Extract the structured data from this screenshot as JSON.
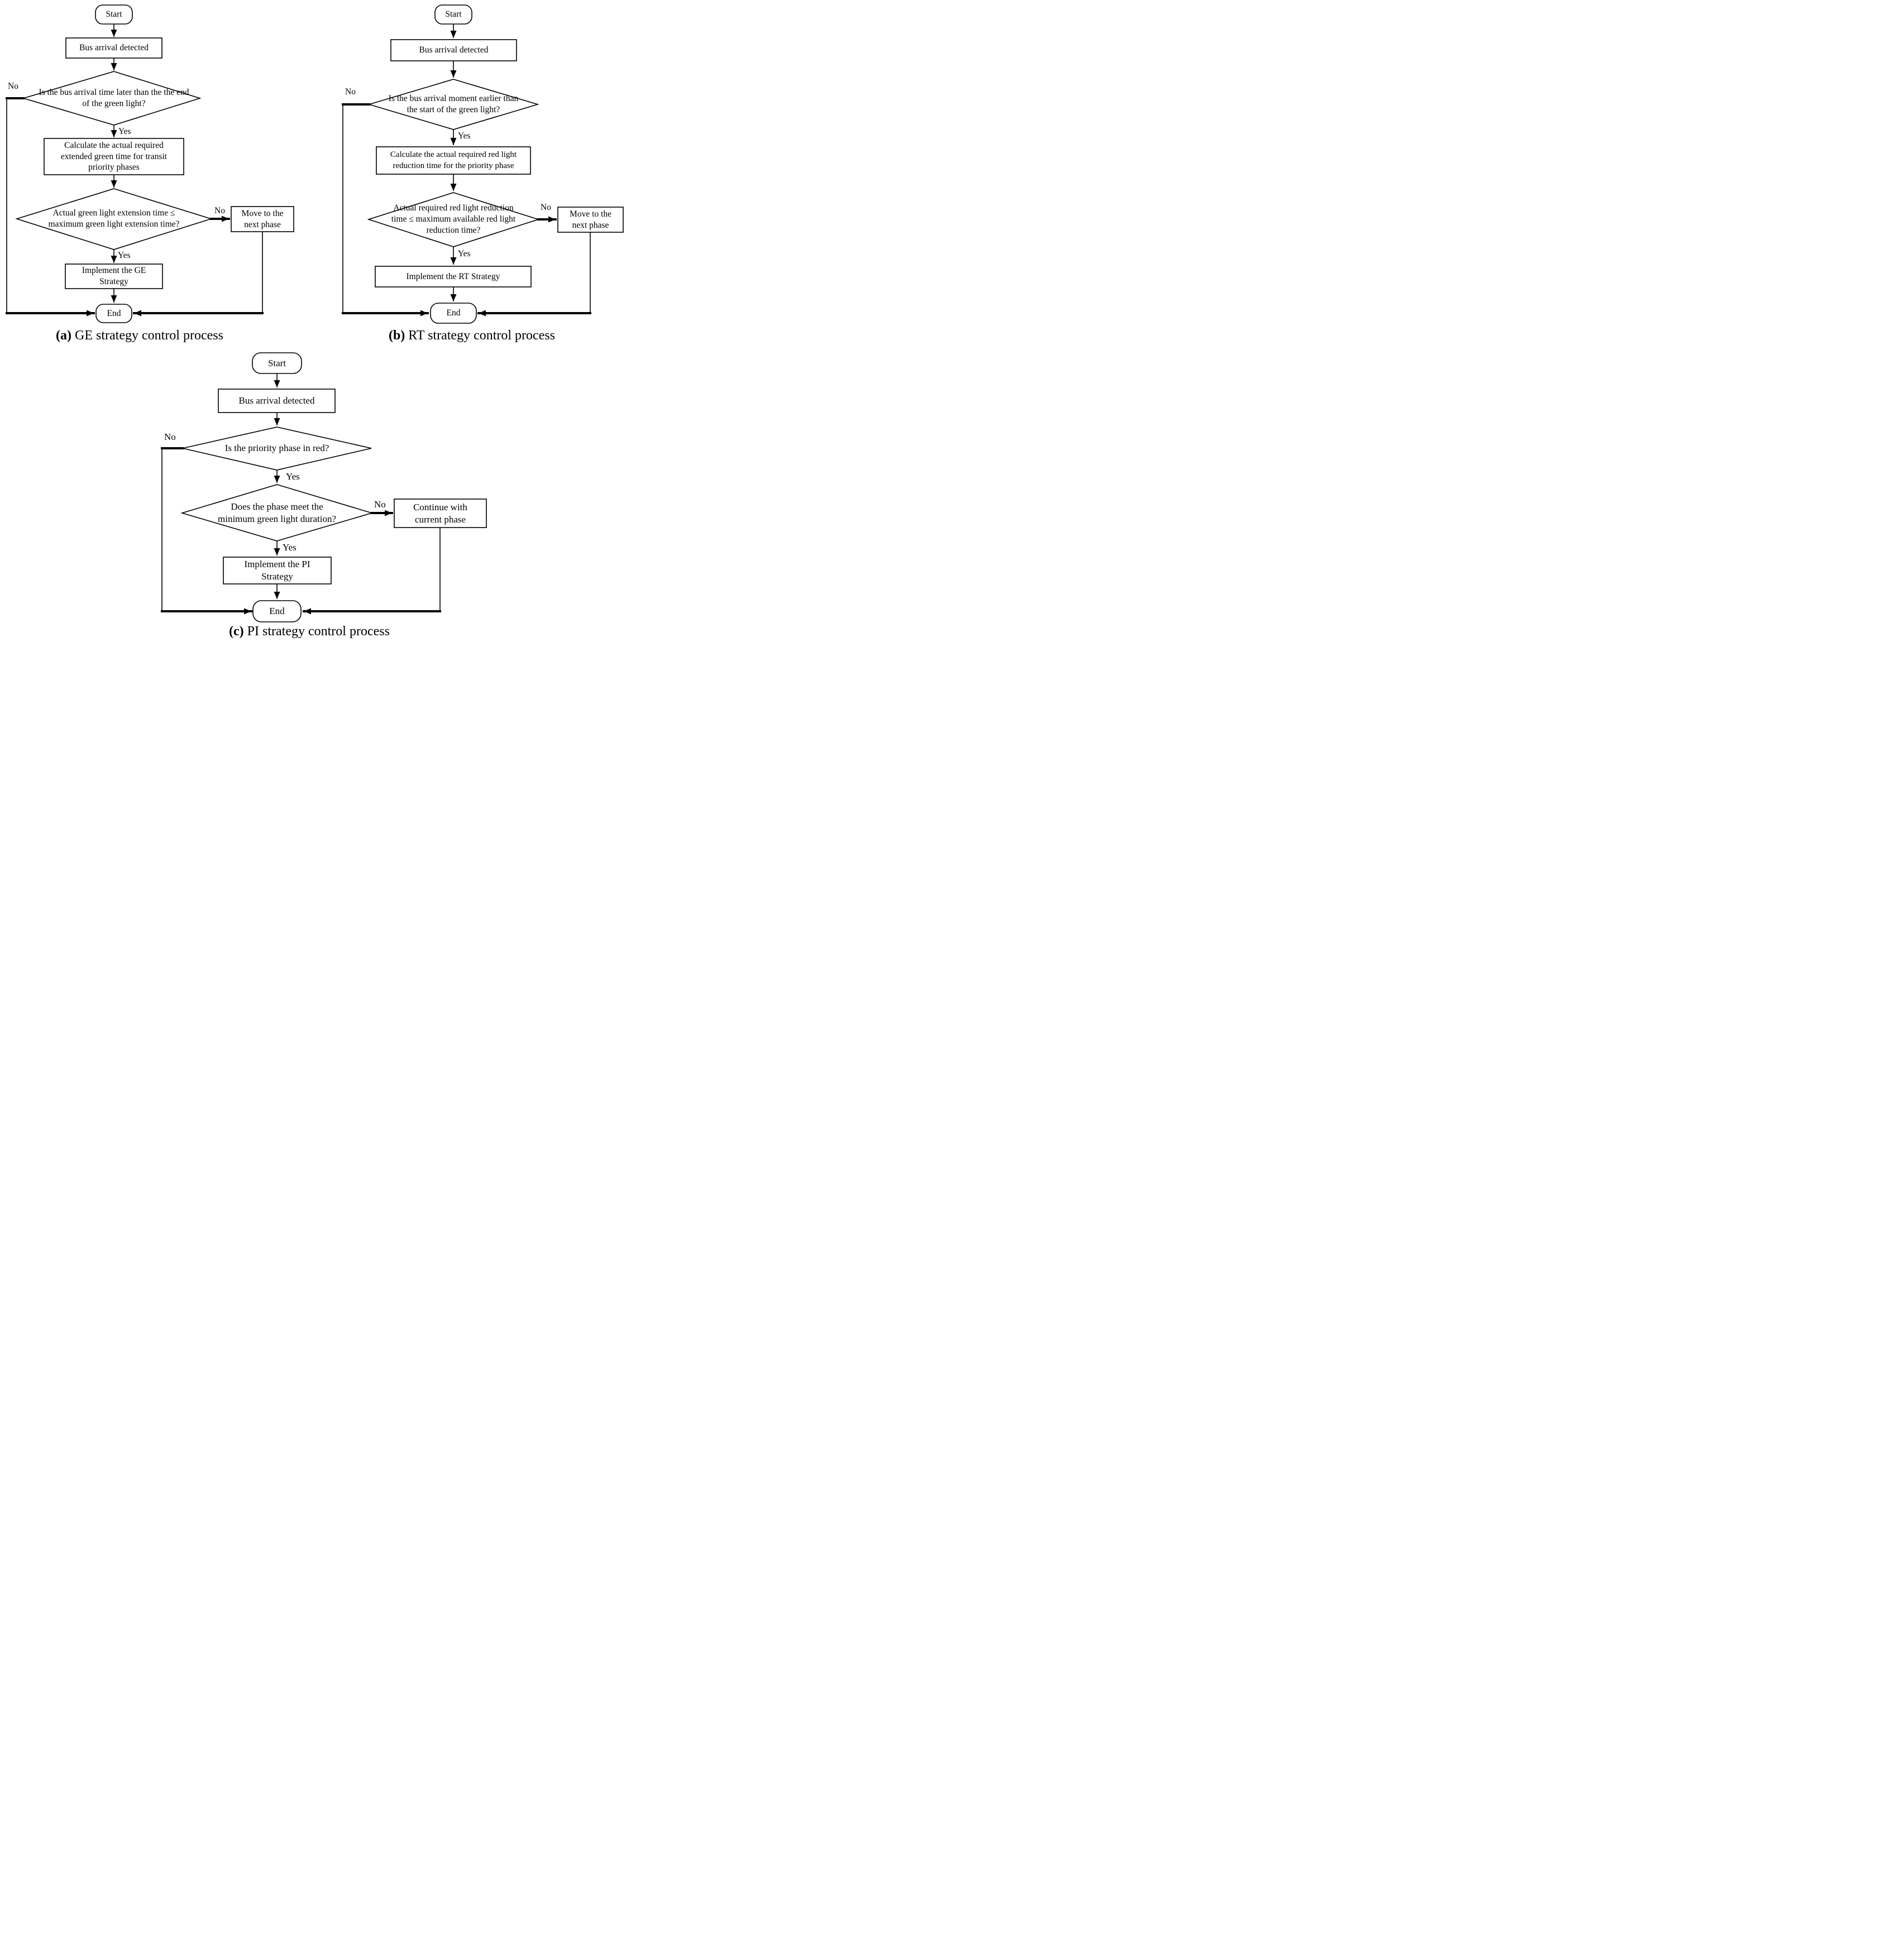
{
  "panels": {
    "a": {
      "caption_label": "(a)",
      "caption": "GE strategy control process",
      "nodes": {
        "start": "Start",
        "detect": "Bus arrival detected",
        "decision1": "Is the bus arrival time later than the the end of the green light?",
        "process": "Calculate the actual required extended green time for transit priority phases",
        "decision2": "Actual green light extension time ≤ maximum green light extension time?",
        "alt": "Move to the next phase",
        "implement": "Implement the GE Strategy",
        "end": "End"
      },
      "labels": {
        "yes": "Yes",
        "no": "No"
      }
    },
    "b": {
      "caption_label": "(b)",
      "caption": "RT strategy control process",
      "nodes": {
        "start": "Start",
        "detect": "Bus arrival detected",
        "decision1": "Is the bus arrival moment earlier than the start of the green light?",
        "process": "Calculate the actual required red light reduction time for the priority phase",
        "decision2": "Actual required red light reduction time ≤ maximum available red light reduction time?",
        "alt": "Move to the next phase",
        "implement": "Implement the RT Strategy",
        "end": "End"
      },
      "labels": {
        "yes": "Yes",
        "no": "No"
      }
    },
    "c": {
      "caption_label": "(c)",
      "caption": "PI strategy control process",
      "nodes": {
        "start": "Start",
        "detect": "Bus arrival detected",
        "decision1": "Is the priority phase in red?",
        "decision2": "Does the phase meet the minimum green light duration?",
        "alt": "Continue with current phase",
        "implement": "Implement the PI Strategy",
        "end": "End"
      },
      "labels": {
        "yes": "Yes",
        "no": "No"
      }
    }
  },
  "colors": {
    "stroke": "#000000",
    "background": "#ffffff"
  }
}
